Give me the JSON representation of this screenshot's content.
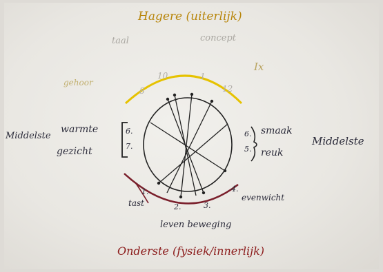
{
  "labels": {
    "top_title": "Hagere (uiterlijk)",
    "top_left": "taal",
    "top_right": "concept",
    "top_far_right": "Ix",
    "top_outer_left": "gehoor",
    "arc_num_8": "8",
    "arc_num_10": "10",
    "arc_num_1": "1",
    "arc_num_12": "12",
    "left_middle": "Middelste",
    "left_top_word": "warmte",
    "left_bottom_word": "gezicht",
    "left_bracket_top": "6.",
    "left_bracket_bottom": "7.",
    "right_bracket_top": "6.",
    "right_bracket_bottom": "5.",
    "right_top_word": "smaak",
    "right_bottom_word": "reuk",
    "right_middle": "Middelste",
    "bottom_left_num": "1.",
    "bottom_left_word": "tast",
    "bottom_num_2": "2.",
    "bottom_num_3": "3.",
    "bottom_right_num": "4.",
    "bottom_right_word": "evenwicht",
    "bottom_words": "leven   beweging",
    "bottom_title": "Onderste (fysiek/innerlijk)"
  },
  "colors": {
    "top_title": "#b8860b",
    "bottom_title": "#8b1a1a",
    "ink": "#2b2b3a",
    "yellow_arc": "#e6c200",
    "red_arc": "#7a1f2b"
  }
}
